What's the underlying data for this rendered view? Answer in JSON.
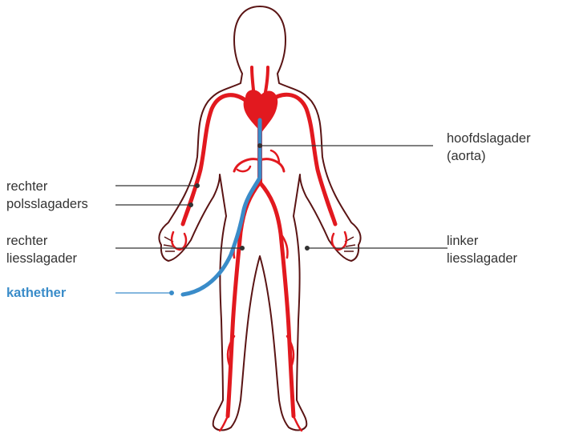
{
  "labels": {
    "aorta": {
      "line1": "hoofdslagader",
      "line2": "(aorta)"
    },
    "wrist": {
      "line1": "rechter",
      "line2": "polsslagaders"
    },
    "right_groin": {
      "line1": "rechter",
      "line2": "liesslagader"
    },
    "left_groin": {
      "line1": "linker",
      "line2": "liesslagader"
    },
    "catheter": "kathether"
  },
  "colors": {
    "outline": "#5a1414",
    "artery": "#e2191f",
    "heart": "#e2191f",
    "catheter": "#3a8cc9",
    "leader": "#333333",
    "text": "#333333"
  }
}
